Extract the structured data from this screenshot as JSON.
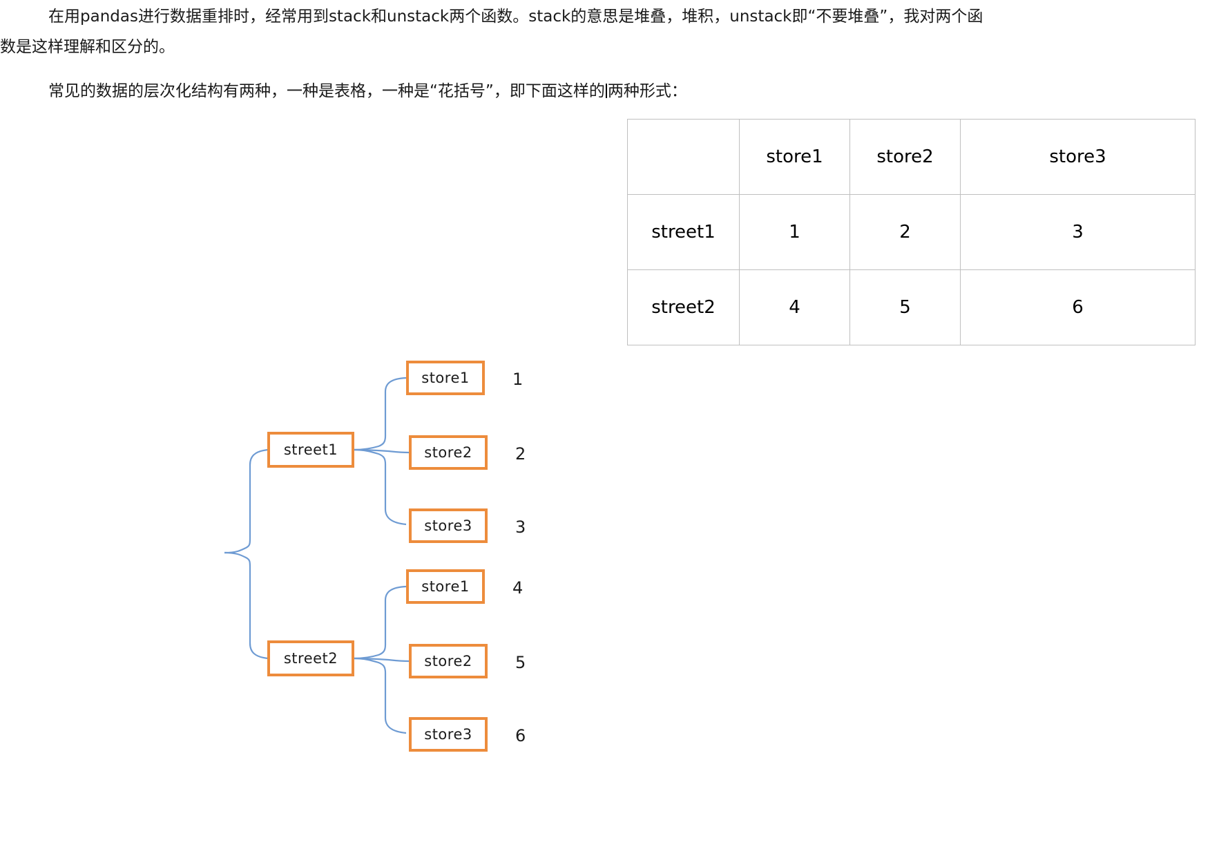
{
  "document": {
    "paragraphs": [
      {
        "id": "p1",
        "line1": "在用pandas进行数据重排时，经常用到stack和unstack两个函数。stack的意思是堆叠，堆积，unstack即“不要堆叠”，我对两个函",
        "line2": "数是这样理解和区分的。"
      },
      {
        "id": "p2",
        "before_caret": "常见的数据的层次化结构有两种，一种是表格，一种是“花括号”，即下面这样的",
        "after_caret": "两种形式："
      }
    ]
  },
  "table": {
    "columns": [
      "",
      "store1",
      "store2",
      "store3"
    ],
    "rows": [
      {
        "header": "street1",
        "cells": [
          "1",
          "2",
          "3"
        ]
      },
      {
        "header": "street2",
        "cells": [
          "4",
          "5",
          "6"
        ]
      }
    ],
    "border_color": "#bfbfbf"
  },
  "diagram": {
    "type": "brace-tree",
    "box_border_color": "#ED8C3C",
    "connector_color": "#6E9BD3",
    "branches": [
      {
        "label": "street1",
        "leaves": [
          {
            "label": "store1",
            "value": "1"
          },
          {
            "label": "store2",
            "value": "2"
          },
          {
            "label": "store3",
            "value": "3"
          }
        ]
      },
      {
        "label": "street2",
        "leaves": [
          {
            "label": "store1",
            "value": "4"
          },
          {
            "label": "store2",
            "value": "5"
          },
          {
            "label": "store3",
            "value": "6"
          }
        ]
      }
    ]
  }
}
